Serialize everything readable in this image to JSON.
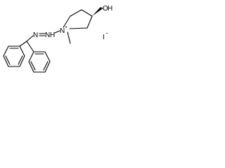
{
  "molecule": {
    "atoms": {
      "hydroxyl_oxygen": "O",
      "hydroxyl_hydrogen": "H",
      "ring_nitrogen": "N",
      "ring_charge": "+",
      "hydrazine_nitrogen": "N",
      "hydrazine_hydrogen": "H",
      "azo_nitrogen": "N"
    },
    "counterion": "I",
    "counterion_charge": "−"
  }
}
